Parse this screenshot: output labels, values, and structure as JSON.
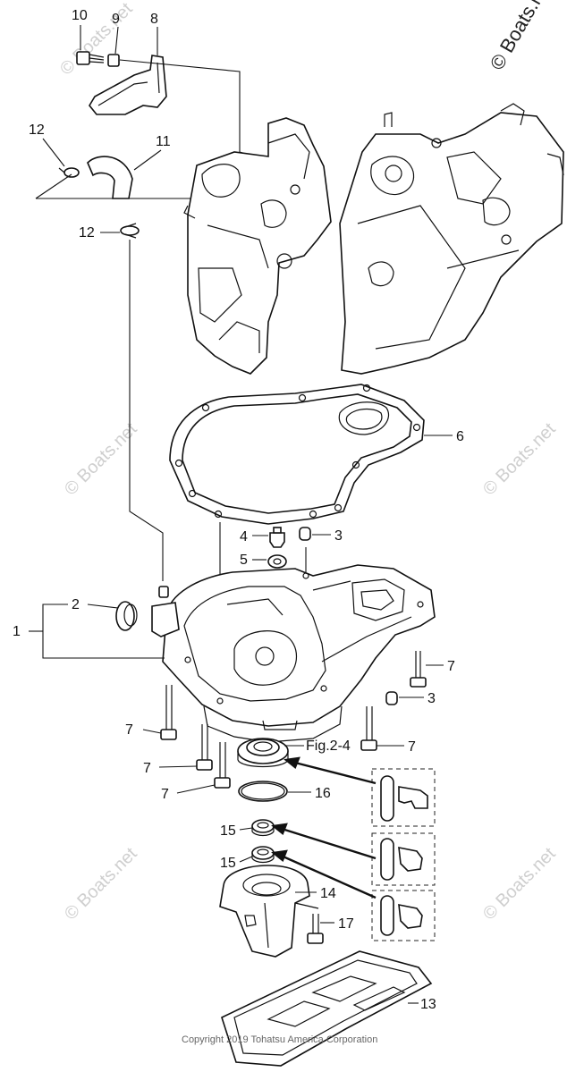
{
  "diagram": {
    "callouts": {
      "c1": "1",
      "c2": "2",
      "c3a": "3",
      "c3b": "3",
      "c4": "4",
      "c5": "5",
      "c6": "6",
      "c7a": "7",
      "c7b": "7",
      "c7c": "7",
      "c7d": "7",
      "c7e": "7",
      "c8": "8",
      "c9": "9",
      "c10": "10",
      "c11": "11",
      "c12a": "12",
      "c12b": "12",
      "c13": "13",
      "c14": "14",
      "c15a": "15",
      "c15b": "15",
      "c16": "16",
      "c17": "17"
    },
    "figure_ref": "Fig.2-4",
    "watermark_brand": "© Boats.net",
    "watermark_top": "© Boats.n",
    "copyright": "Copyright 2019 Tohatsu America Corporation"
  }
}
